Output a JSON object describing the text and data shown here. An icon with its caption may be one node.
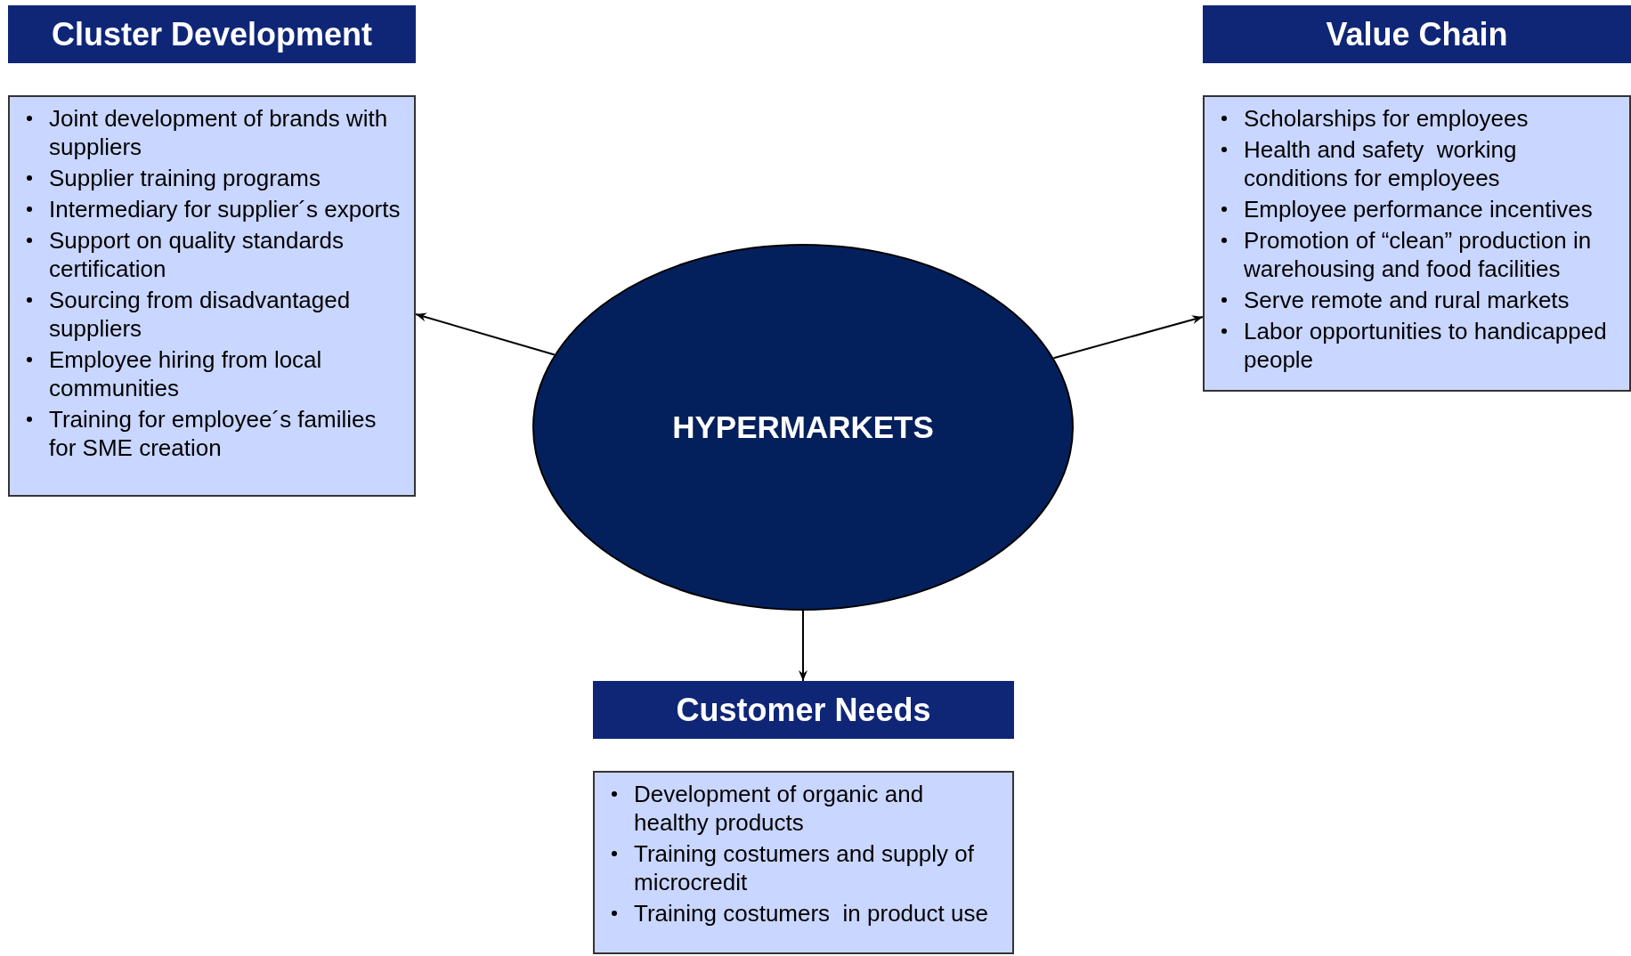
{
  "diagram": {
    "nodes": [
      {
        "text": [
          "Cluster Development"
        ]
      },
      {
        "text": [
          "Joint development of brands with suppliers",
          "Supplier training programs",
          "Intermediary for supplier´s exports",
          "Support on quality standards certification",
          "Sourcing from disadvantaged suppliers",
          "Employee hiring from local communities",
          "Training for employee´s families for SME creation"
        ]
      },
      {
        "text": [
          "Value Chain"
        ]
      },
      {
        "text": [
          "Scholarships for employees",
          "Health and safety  working conditions for employees",
          "Employee performance incentives",
          "Promotion of “clean” production in warehousing and food facilities",
          "Serve remote and rural markets",
          "Labor opportunities to handicapped people"
        ]
      },
      {
        "text": [
          "HYPERMARKETS"
        ]
      },
      {
        "text": [
          "Customer Needs"
        ]
      },
      {
        "text": [
          "Development of organic and healthy products",
          "Training costumers and supply of microcredit",
          "Training costumers  in product use"
        ]
      }
    ],
    "edges": [
      {
        "from": 4,
        "to": 1,
        "arrow": "to"
      },
      {
        "from": 4,
        "to": 3,
        "arrow": "to"
      },
      {
        "from": 4,
        "to": 5,
        "arrow": "to"
      }
    ]
  }
}
